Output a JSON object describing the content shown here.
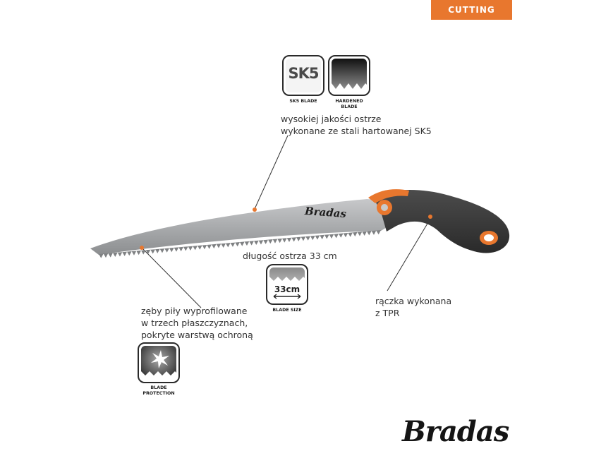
{
  "category_tab": "CUTTING",
  "badges": {
    "sk5": {
      "icon_text": "SK5",
      "caption": "SK5 BLADE"
    },
    "hardened": {
      "caption_line1": "HARDENED",
      "caption_line2": "BLADE"
    },
    "blade_size": {
      "icon_text": "33cm",
      "caption": "BLADE SIZE"
    },
    "protection": {
      "caption_line1": "BLADE",
      "caption_line2": "PROTECTION"
    }
  },
  "annotations": {
    "blade_quality": [
      "wysokiej jakości ostrze",
      "wykonane ze stali hartowanej SK5"
    ],
    "blade_length": "długość ostrza 33 cm",
    "teeth": [
      "zęby piły wyprofilowane",
      "w trzech płaszczyznach,",
      "pokryte warstwą ochroną"
    ],
    "handle": [
      "rączka wykonana",
      "z TPR"
    ]
  },
  "blade_brand": "Bradas",
  "footer_brand": "Bradas",
  "colors": {
    "accent": "#e8772e",
    "handle": "#3b3b3b",
    "blade": "#a9abad",
    "icon_border": "#2a2a2a"
  }
}
